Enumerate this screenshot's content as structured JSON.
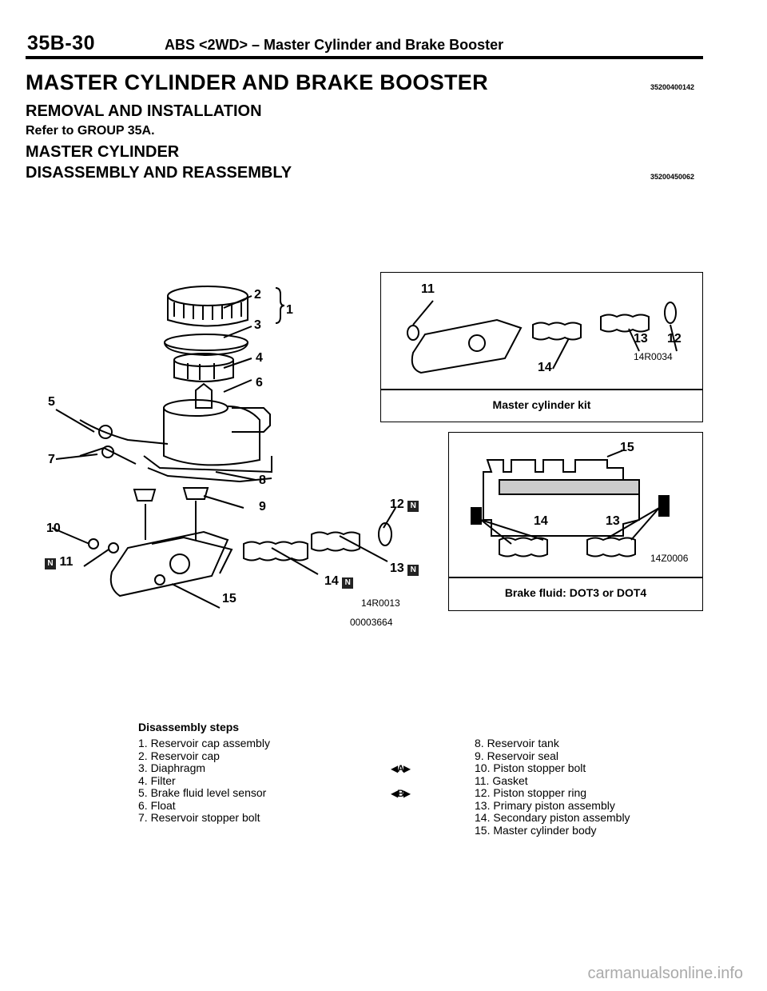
{
  "header": {
    "page_number": "35B-30",
    "section_title": "ABS <2WD> – Master Cylinder and Brake Booster"
  },
  "main_title": "MASTER CYLINDER AND BRAKE BOOSTER",
  "main_code": "35200400142",
  "removal": {
    "heading": "REMOVAL AND INSTALLATION",
    "reference": "Refer to GROUP 35A."
  },
  "master_cylinder": {
    "heading": "MASTER CYLINDER",
    "subheading": "DISASSEMBLY AND REASSEMBLY",
    "code": "35200450062"
  },
  "diagram": {
    "callouts": [
      "2",
      "3",
      "1",
      "4",
      "6",
      "5",
      "7",
      "8",
      "9",
      "10",
      "11",
      "12",
      "13",
      "14",
      "15"
    ],
    "n_mark": "N",
    "figure_code": "14R0013",
    "figure_id": "00003664"
  },
  "kit_box": {
    "callouts": [
      "11",
      "13",
      "12",
      "14"
    ],
    "figure_code": "14R0034",
    "caption": "Master cylinder kit"
  },
  "fluid_box": {
    "callouts": [
      "15",
      "14",
      "13"
    ],
    "figure_code": "14Z0006",
    "caption": "Brake fluid: DOT3 or DOT4"
  },
  "steps": {
    "heading": "Disassembly steps",
    "left": [
      "1. Reservoir cap assembly",
      "2. Reservoir cap",
      "3. Diaphragm",
      "4. Filter",
      "5. Brake fluid level sensor",
      "6. Float",
      "7. Reservoir stopper bolt"
    ],
    "markers": [
      "◀A▶",
      "◀B▶"
    ],
    "right": [
      "8. Reservoir tank",
      "9. Reservoir seal",
      "10. Piston stopper bolt",
      "11. Gasket",
      "12. Piston stopper ring",
      "13. Primary piston assembly",
      "14. Secondary piston assembly",
      "15. Master cylinder body"
    ]
  },
  "watermark": "carmanualsonline.info"
}
